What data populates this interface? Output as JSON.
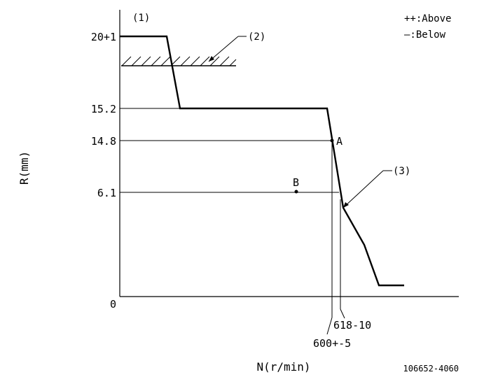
{
  "chart_data": {
    "type": "line",
    "xlabel": "N(r/min)",
    "ylabel": "R(mm)",
    "y_ticks": [
      "20+1",
      "15.2",
      "14.8",
      "6.1",
      "0"
    ],
    "x_ticks": [
      "600+-5",
      "618-10"
    ],
    "legend": {
      "above": "++:Above",
      "below": "—:Below"
    },
    "annotations": {
      "callout_1": "(1)",
      "callout_2": "(2)",
      "callout_3": "(3)",
      "point_a": "A",
      "point_b": "B"
    },
    "part_code": "106652-4060",
    "grid": false,
    "legend_position": "top-right"
  }
}
